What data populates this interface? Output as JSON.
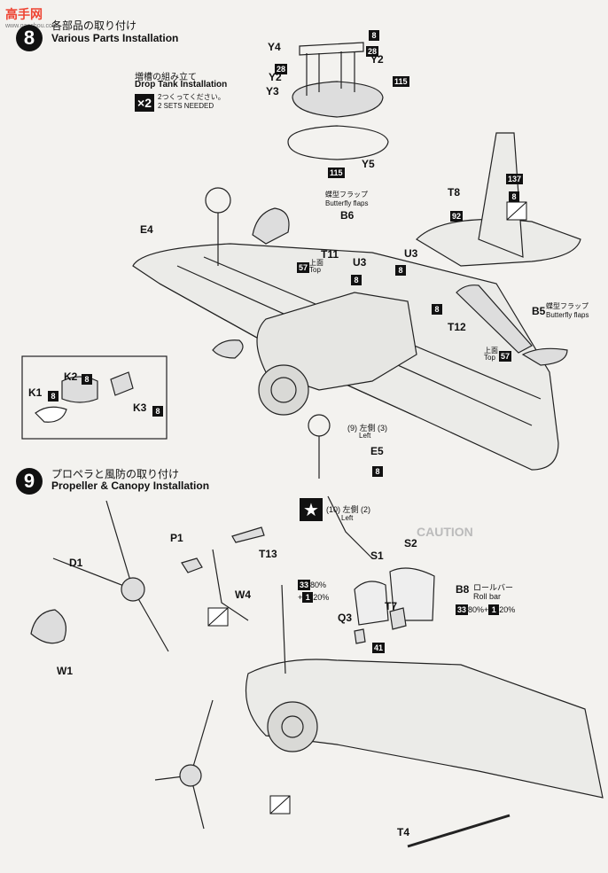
{
  "watermark": {
    "text": "高手网",
    "sub": "www.gaoshou.com"
  },
  "section8": {
    "number": "8",
    "title_jp": "各部品の取り付け",
    "title_en": "Various Parts Installation",
    "sub_jp": "増槽の組み立て",
    "sub_en": "Drop Tank Installation",
    "multiplier": "×2",
    "sets_jp": "2つくってください。",
    "sets_en": "2 SETS NEEDED"
  },
  "section9": {
    "number": "9",
    "title_jp": "プロペラと風防の取り付け",
    "title_en": "Propeller & Canopy Installation"
  },
  "parts": {
    "Y4": "Y4",
    "Y2a": "Y2",
    "Y2b": "Y2",
    "Y3": "Y3",
    "Y5": "Y5",
    "E4": "E4",
    "B6": "B6",
    "T11": "T11",
    "U3a": "U3",
    "U3b": "U3",
    "T8": "T8",
    "B5": "B5",
    "T12": "T12",
    "K1": "K1",
    "K2": "K2",
    "K3": "K3",
    "E5": "E5",
    "P1": "P1",
    "D1": "D1",
    "T13": "T13",
    "W4": "W4",
    "W1": "W1",
    "S1": "S1",
    "S2": "S2",
    "Q3": "Q3",
    "T7": "T7",
    "B8": "B8",
    "T4": "T4"
  },
  "colors": {
    "c8": "8",
    "c28a": "28",
    "c28b": "28",
    "c115a": "115",
    "c115b": "115",
    "c137": "137",
    "c92": "92",
    "c57a": "57",
    "c57b": "57",
    "c41": "41",
    "c33": "33",
    "c1": "1"
  },
  "notes": {
    "butterfly_jp": "蝶型フラップ",
    "butterfly_en": "Butterfly flaps",
    "top_jp": "上面",
    "top_en": "Top",
    "left_jp": "左側",
    "left_en": "Left",
    "rollbar_jp": "ロールバー",
    "rollbar_en": "Roll bar",
    "mix_a": "80%",
    "mix_b": "20%",
    "mix_plus": "+",
    "circ9": "9",
    "circ3": "3",
    "circ10": "10",
    "circ2": "2",
    "caution": "CAUTION"
  }
}
